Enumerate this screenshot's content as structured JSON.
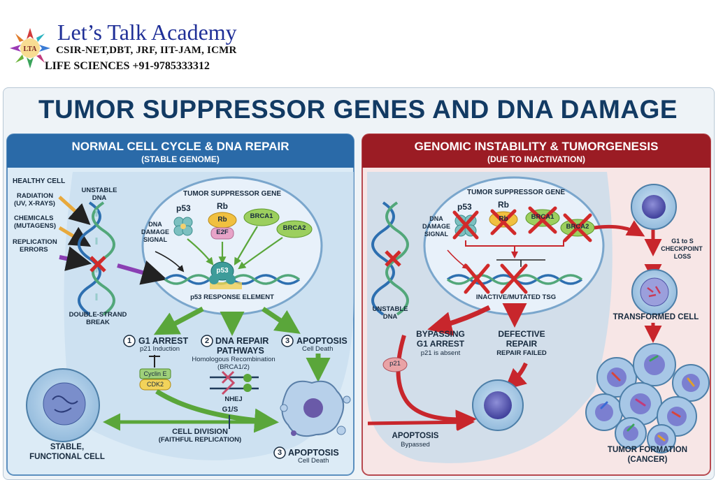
{
  "header": {
    "brand": "Let’s Talk Academy",
    "line1": "CSIR-NET,DBT, JRF, IIT-JAM, ICMR",
    "line2": "LIFE SCIENCES  +91-9785333312"
  },
  "title": "TUMOR SUPPRESSOR GENES AND DNA DAMAGE",
  "left": {
    "heading": "NORMAL CELL CYCLE & DNA REPAIR",
    "subheading": "(STABLE GENOME)",
    "healthy_cell": "HEALTHY CELL",
    "radiation": "RADIATION",
    "radiation_sub": "(UV, X-RAYS)",
    "chemicals": "CHEMICALS",
    "chemicals_sub": "(MUTAGENS)",
    "replication": "REPLICATION",
    "replication_sub": "ERRORS",
    "unstable": "UNSTABLE",
    "dna": "DNA",
    "dsb1": "DOUBLE-STRAND",
    "dsb2": "BREAK",
    "tsg": "TUMOR SUPPRESSOR GENE",
    "p53": "p53",
    "rb": "Rb",
    "rb_inner": "Rb",
    "e2f": "E2F",
    "brca1": "BRCA1",
    "brca2": "BRCA2",
    "dds1": "DNA",
    "dds2": "DAMAGE",
    "dds3": "SIGNAL",
    "p53_bound": "p53",
    "response": "p53 RESPONSE ELEMENT",
    "g1_num": "1",
    "g1": "G1 ARREST",
    "g1_sub": "p21 Induction",
    "cyclin": "Cyclin E",
    "cdk": "CDK2",
    "repair_num": "2",
    "repair1": "DNA REPAIR",
    "repair2": "PATHWAYS",
    "hr1": "Homologous Recombination",
    "hr2": "(BRCA1/2)",
    "nhej": "NHEJ",
    "apop_num": "3",
    "apop": "APOPTOSIS",
    "apop_sub": "Cell Death",
    "g1s": "G1/S",
    "division": "CELL DIVISION",
    "division_sub": "(FAITHFUL REPLICATION)",
    "stable1": "STABLE,",
    "stable2": "FUNCTIONAL CELL",
    "apop2_num": "3",
    "apop2": "APOPTOSIS",
    "apop2_sub": "Cell Death"
  },
  "right": {
    "heading": "GENOMIC INSTABILITY & TUMORGENESIS",
    "subheading": "(DUE TO INACTIVATION)",
    "tsg": "TUMOR SUPPRESSOR GENE",
    "p53": "p53",
    "rb": "Rb",
    "rb_inner": "Rb",
    "brca1": "BRCA1",
    "brca2": "BRCA2",
    "dds1": "DNA",
    "dds2": "DAMAGE",
    "dds3": "SIGNAL",
    "inactive": "INACTIVE/MUTATED TSG",
    "unstable": "UNSTABLE",
    "dna": "DNA",
    "bypass1": "BYPASSING",
    "bypass2": "G1 ARREST",
    "bypass_sub": "p21 is absent",
    "p21": "p21",
    "defective1": "DEFECTIVE",
    "defective2": "REPAIR",
    "defective_sub": "REPAIR FAILED",
    "apop": "APOPTOSIS",
    "apop_sub": "Bypassed",
    "g1s1": "G1 to S",
    "g1s2": "CHECKPOINT",
    "g1s3": "LOSS",
    "transformed": "TRANSFORMED CELL",
    "tumor1": "TUMOR FORMATION",
    "tumor2": "(CANCER)"
  },
  "colors": {
    "title": "#123a63",
    "left_header": "#2a6aa8",
    "right_header": "#9b1c24",
    "green_arrow": "#5aa63a",
    "red_arrow": "#c8262c"
  }
}
